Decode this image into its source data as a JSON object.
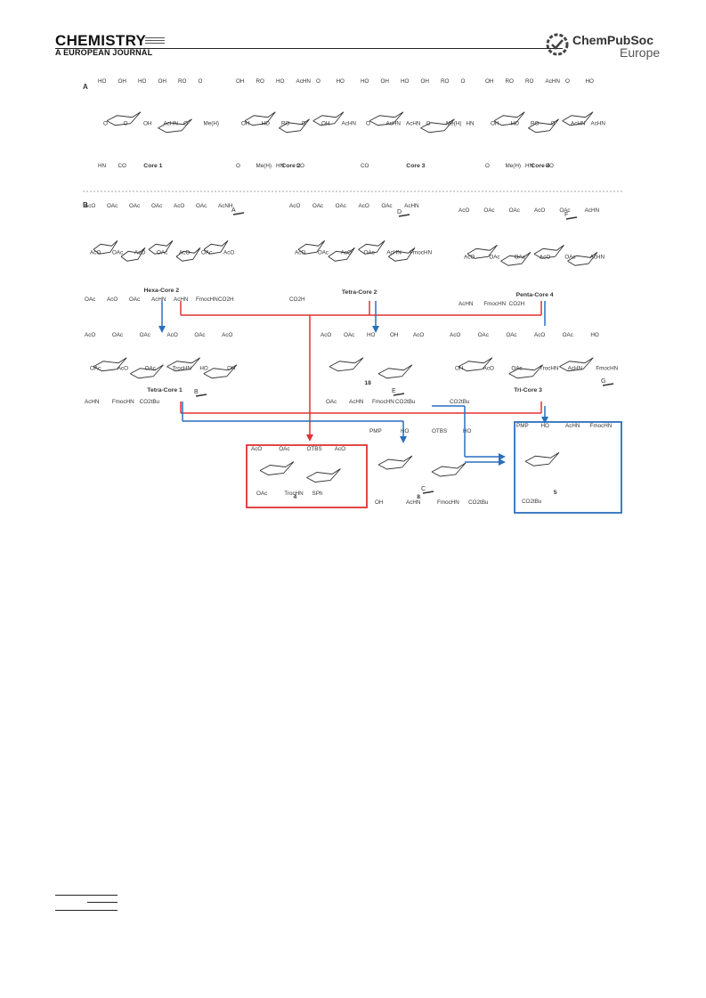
{
  "header": {
    "journal_title": "CHEMISTRY",
    "journal_subtitle": "A EUROPEAN JOURNAL",
    "publisher_line1": "ChemPubSoc",
    "publisher_line2": "Europe"
  },
  "figure": {
    "panel_a": {
      "label": "A",
      "structures": [
        {
          "name": "Core 1",
          "groups": [
            "HO",
            "OH",
            "HO",
            "OH",
            "RO",
            "O",
            "O",
            "O",
            "OH",
            "AcHN",
            "O",
            "Me(H)",
            "HN",
            "CO"
          ]
        },
        {
          "name": "Core 2",
          "groups": [
            "OH",
            "RO",
            "HO",
            "AcHN",
            "O",
            "HO",
            "OH",
            "HO",
            "RO",
            "O",
            "OH",
            "AcHN",
            "O",
            "Me(H)",
            "HN",
            "CO"
          ]
        },
        {
          "name": "Core 3",
          "groups": [
            "HO",
            "OH",
            "HO",
            "OH",
            "RO",
            "O",
            "O",
            "AcHN",
            "AcHN",
            "O",
            "Me(H)",
            "HN",
            "CO"
          ]
        },
        {
          "name": "Core 4",
          "groups": [
            "OH",
            "RO",
            "RO",
            "AcHN",
            "O",
            "HO",
            "OH",
            "HO",
            "RO",
            "O",
            "AcHN",
            "AcHN",
            "O",
            "Me(H)",
            "HN",
            "CO"
          ]
        }
      ]
    },
    "panel_b": {
      "label": "B",
      "row1": [
        {
          "name": "Hexa-Core 2",
          "marker": "A",
          "groups": [
            "AcO",
            "OAc",
            "OAc",
            "OAc",
            "AcO",
            "OAc",
            "AcNH",
            "AcO",
            "OAc",
            "AcO",
            "OAc",
            "AcO",
            "OAc",
            "AcO",
            "OAc",
            "AcO",
            "OAc",
            "AcHN",
            "AcHN",
            "FmocHN",
            "CO2H"
          ]
        },
        {
          "name": "Tetra-Core 2",
          "marker": "D",
          "groups": [
            "AcO",
            "OAc",
            "OAc",
            "AcO",
            "OAc",
            "AcHN",
            "AcO",
            "OAc",
            "AcO",
            "OAc",
            "AcHN",
            "FmocHN",
            "CO2H"
          ]
        },
        {
          "name": "Penta-Core 4",
          "marker": "F",
          "groups": [
            "AcO",
            "OAc",
            "OAc",
            "AcO",
            "OAc",
            "AcHN",
            "AcO",
            "OAc",
            "OAc",
            "AcO",
            "OAc",
            "AcHN",
            "AcHN",
            "FmocHN",
            "CO2H"
          ]
        }
      ],
      "row2": [
        {
          "name": "Tetra-Core 1",
          "marker": "B",
          "groups": [
            "AcO",
            "OAc",
            "OAc",
            "AcO",
            "OAc",
            "AcO",
            "OAc",
            "AcO",
            "OAc",
            "TrocHN",
            "HO",
            "OH",
            "AcHN",
            "FmocHN",
            "CO2tBu"
          ]
        },
        {
          "name": "18",
          "marker": "E",
          "groups": [
            "AcO",
            "OAc",
            "HO",
            "OH",
            "AcO",
            "OAc",
            "AcHN",
            "FmocHN",
            "CO2tBu"
          ]
        },
        {
          "name": "Tri-Core 3",
          "marker": "G",
          "groups": [
            "AcO",
            "OAc",
            "OAc",
            "AcO",
            "OAc",
            "HO",
            "OH",
            "AcO",
            "OAc",
            "TrocHN",
            "AcHN",
            "FmocHN",
            "CO2tBu"
          ]
        }
      ],
      "row3": [
        {
          "name": "4",
          "groups": [
            "AcO",
            "OAc",
            "OTBS",
            "AcO",
            "OAc",
            "TrocHN",
            "SPh"
          ]
        },
        {
          "name": "8",
          "marker": "C",
          "groups": [
            "PMP",
            "HO",
            "OTBS",
            "HO",
            "OH",
            "AcHN",
            "FmocHN",
            "CO2tBu"
          ]
        },
        {
          "name": "5",
          "groups": [
            "PMP",
            "HO",
            "AcHN",
            "FmocHN",
            "CO2tBu"
          ]
        }
      ]
    },
    "colors": {
      "red": "#e03232",
      "blue": "#2a6fbf",
      "dash": "#888888",
      "ink": "#333333"
    }
  }
}
